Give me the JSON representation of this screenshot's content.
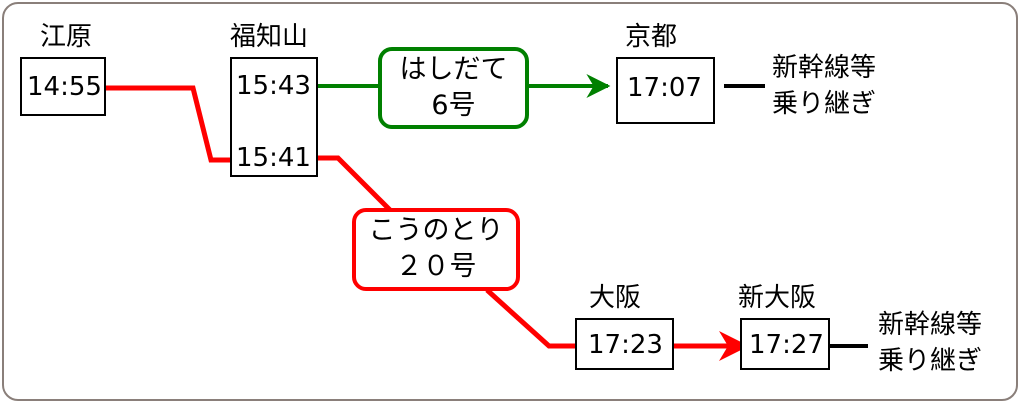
{
  "stations": {
    "egahara": {
      "name": "江原",
      "time": "14:55"
    },
    "fukuchiyama": {
      "name": "福知山",
      "time_arr": "15:43",
      "time_dep": "15:41"
    },
    "kyoto": {
      "name": "京都",
      "time": "17:07"
    },
    "osaka": {
      "name": "大阪",
      "time": "17:23"
    },
    "shin_osaka": {
      "name": "新大阪",
      "time": "17:27"
    }
  },
  "trains": {
    "hashidate": {
      "line1": "はしだて",
      "line2": "6号",
      "color": "#008000"
    },
    "kounotori": {
      "line1": "こうのとり",
      "line2": "２０号",
      "color": "#ff0000"
    }
  },
  "notes": {
    "kyoto_transfer": {
      "line1": "新幹線等",
      "line2": "乗り継ぎ"
    },
    "shin_osaka_transfer": {
      "line1": "新幹線等",
      "line2": "乗り継ぎ"
    }
  },
  "colors": {
    "frame": "#8a7f7a",
    "red_route": "#ff0000",
    "green_route": "#008000"
  }
}
